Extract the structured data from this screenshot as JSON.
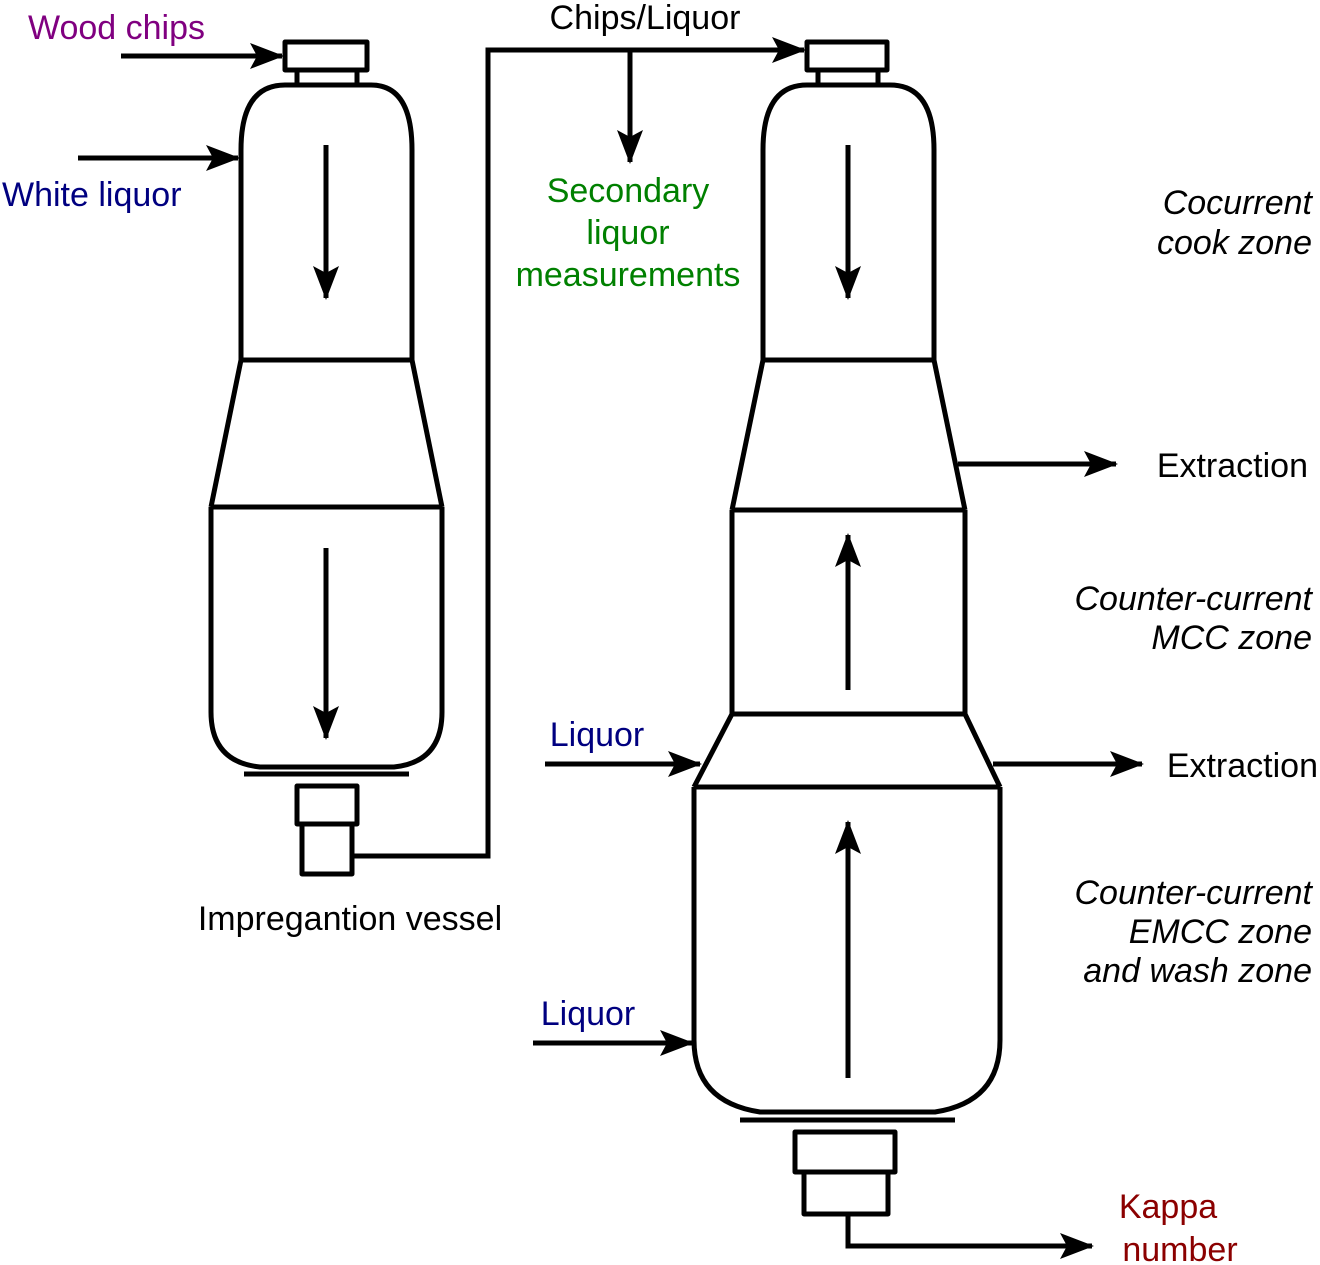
{
  "labels": {
    "wood_chips": "Wood chips",
    "white_liquor": "White liquor",
    "chips_liquor": "Chips/Liquor",
    "secondary_1": "Secondary",
    "secondary_2": "liquor",
    "secondary_3": "measurements",
    "impregnation_vessel": "Impregantion vessel",
    "cocurrent_1": "Cocurrent",
    "cocurrent_2": "cook zone",
    "extraction_1": "Extraction",
    "mcc_1": "Counter-current",
    "mcc_2": "MCC zone",
    "liquor_1": "Liquor",
    "extraction_2": "Extraction",
    "emcc_1": "Counter-current",
    "emcc_2": "EMCC zone",
    "emcc_3": "and wash zone",
    "liquor_2": "Liquor",
    "kappa_1": "Kappa",
    "kappa_2": "number"
  },
  "colors": {
    "line": "#000000",
    "wood_chips": "#800080",
    "liquor": "#000080",
    "secondary": "#008000",
    "kappa": "#8b0000",
    "text": "#000000"
  }
}
